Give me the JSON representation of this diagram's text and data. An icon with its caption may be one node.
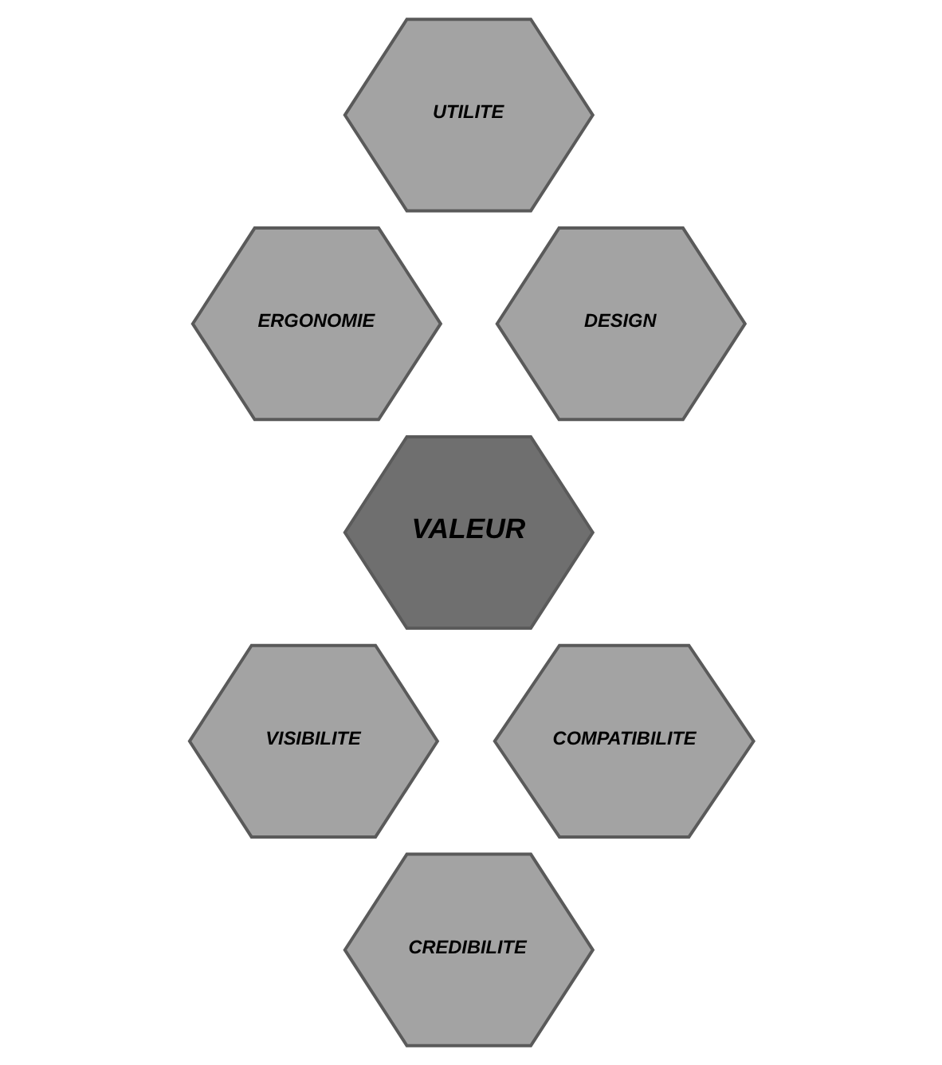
{
  "diagram": {
    "nodes": [
      {
        "text": [
          "UTILITE"
        ]
      },
      {
        "text": [
          "ERGONOMIE"
        ]
      },
      {
        "text": [
          "DESIGN"
        ]
      },
      {
        "text": [
          "VALEUR"
        ]
      },
      {
        "text": [
          "VISIBILITE"
        ]
      },
      {
        "text": [
          "COMPATIBILITE"
        ]
      },
      {
        "text": [
          "CREDIBILITE"
        ]
      }
    ]
  }
}
